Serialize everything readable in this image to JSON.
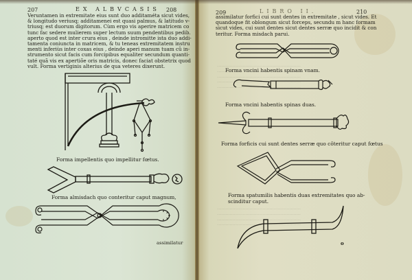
{
  "book": {
    "left_page": {
      "page_number": "207",
      "running_head": "EX ALBVCASIS",
      "page_number_right": "208",
      "text_lines": [
        "Veruntamen in extremitate eius sunt duo additaméta sicut vides,",
        "& longitudo veriusq; additamenei est quasi palmus, & latitudo v-",
        "triusq; est duorum digitorum. Cùm ergo vis aperire matricem co",
        "tunc fac sedere mulierem super lectum suum pendentibus pedib.",
        "aperto quod est inter crura eius , deinde intromitte ista duo addi-",
        "tamenta coniuncta in matricem, & tu teneas extremitatem instru",
        "menti inferiùs inter coxas eius , deinde aperi manum tuam cũ in-",
        "strumento sicut facis cum forcipibus equaliter secundum quanti-",
        "taté quã vis ex apertiõe oris matricis, donec faciat obstetrix quod",
        "vult.    Forma vertiginis alterius de qua veteres dixerunt."
      ],
      "captions": {
        "impellentis": "Forma impellentis quo impellitur fœtus.",
        "almisdach": "Forma almisdach quo conteritur caput magnum,",
        "catchword": "assimilatur"
      }
    },
    "right_page": {
      "page_number": "209",
      "running_head": "LIBRO II.",
      "page_number_right": "210",
      "text_lines": [
        "assimilatur forfici cui sunt dentes in extremitate ,  sicut vides.  Et",
        "quandoque fit oblongum sicut forceps,  secundu  m hanc formam",
        "sicut vides, cui sunt dentes sicut dentes serræ quo   incidit  & con",
        "teritur.          Forma misdach parui."
      ],
      "captions": {
        "uncini_unam": "Forma vncini habentis spinam vnam.",
        "uncini_duas": "Forma vncini habentis spinas duas.",
        "forficis": "Forma forficis cui sunt dentes serræ quo côteritur caput fœtus",
        "spatumilis_1": "Forma spatumilis habentis duas extremitates quo ab-",
        "spatumilis_2": "scinditur caput."
      },
      "signature_mark": "o"
    }
  },
  "colors": {
    "left_paper": "#d8e3d2",
    "right_paper": "#dddcc2",
    "ink": "#1f1e18",
    "gutter": "#5f4f2e"
  }
}
